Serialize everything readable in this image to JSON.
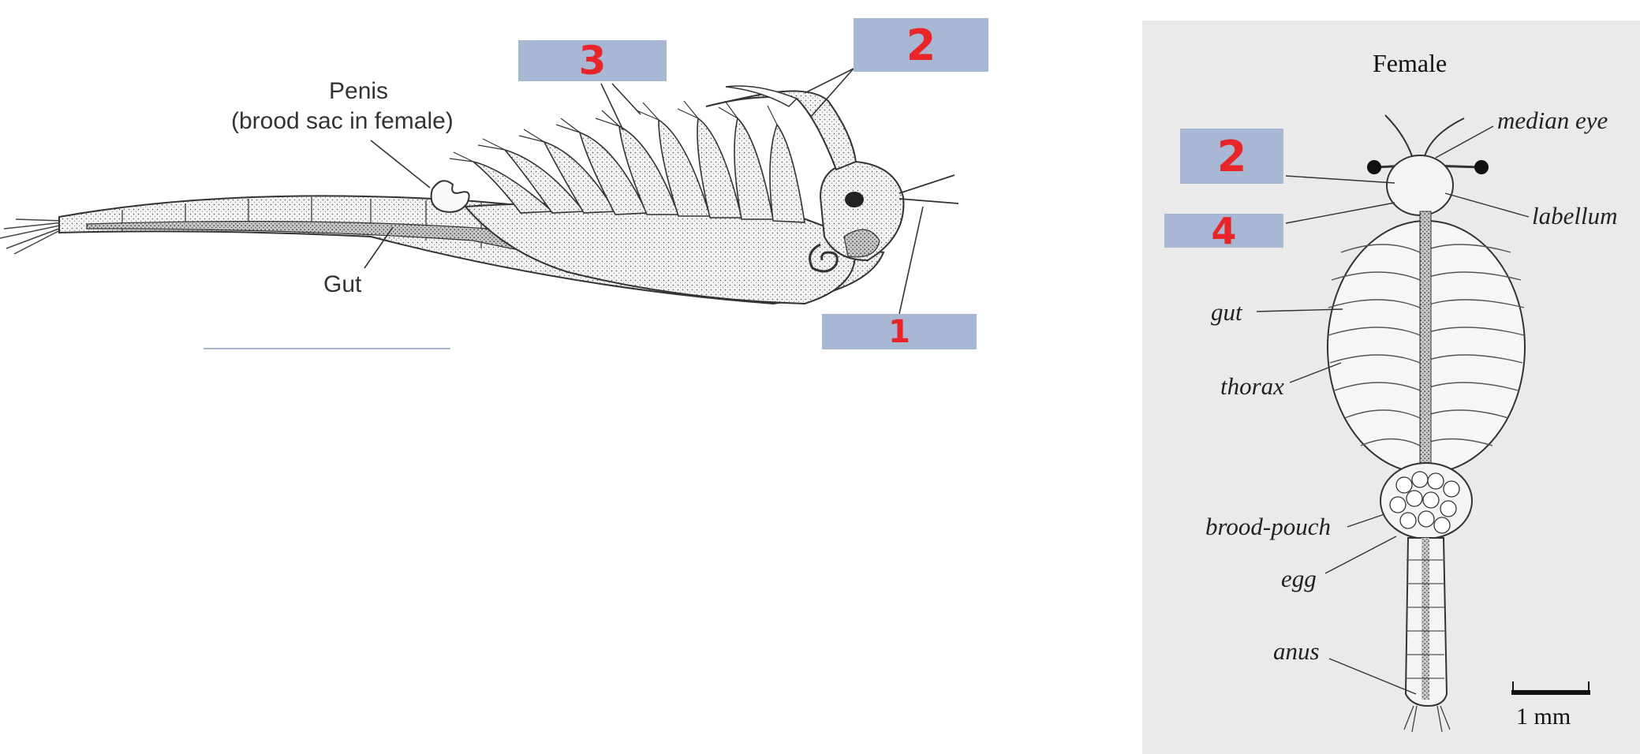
{
  "left_figure": {
    "labels": {
      "penis": "Penis",
      "brood_sac": "(brood sac in female)",
      "gut": "Gut"
    },
    "boxes": {
      "box_1": "1",
      "box_2": "2",
      "box_3": "3"
    }
  },
  "right_figure": {
    "title": "Female",
    "labels": {
      "median_eye": "median eye",
      "labellum": "labellum",
      "gut": "gut",
      "thorax": "thorax",
      "brood_pouch": "brood-pouch",
      "egg": "egg",
      "anus": "anus"
    },
    "boxes": {
      "box_2": "2",
      "box_4": "4"
    },
    "scale_bar": "1 mm"
  },
  "colors": {
    "box_fill": "#a8b8d4",
    "box_text": "#e8262a",
    "panel_bg": "#eaeaea"
  }
}
